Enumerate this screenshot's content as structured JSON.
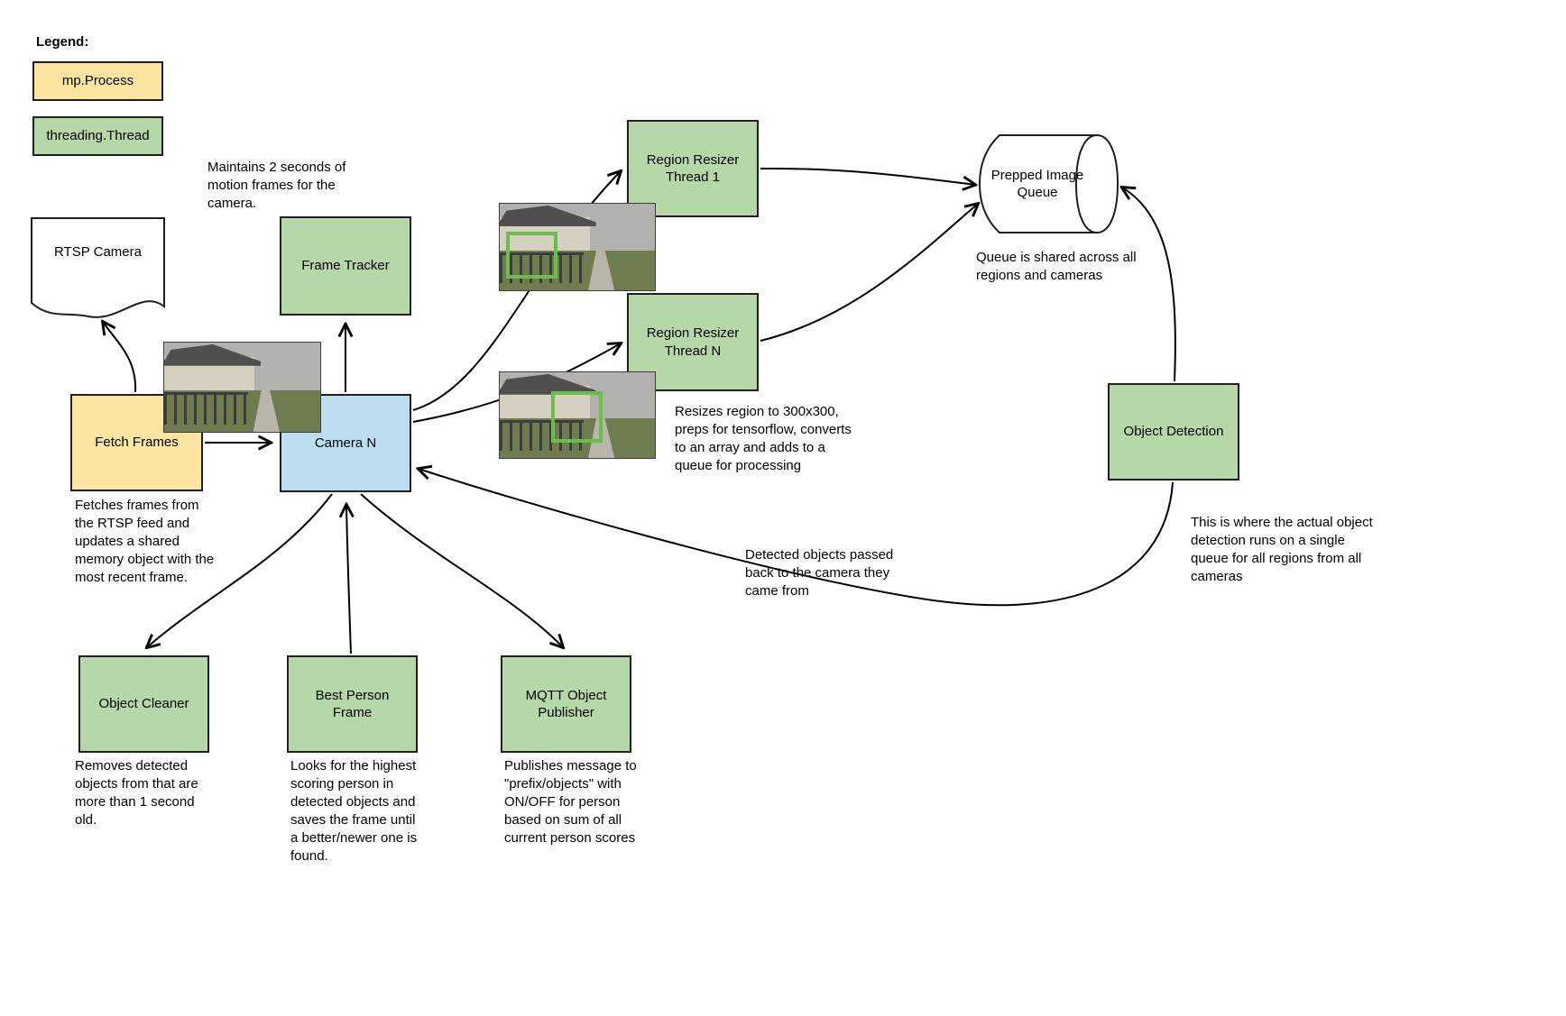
{
  "legend": {
    "title": "Legend:",
    "process_label": "mp.Process",
    "thread_label": "threading.Thread"
  },
  "colors": {
    "process_fill": "#FCE5A0",
    "thread_fill": "#B6D7A8",
    "camera_fill": "#BDDEF0",
    "shape_fill": "#FFFFFF",
    "line": "#000000",
    "detection_box": "#6ABF4B"
  },
  "nodes": {
    "rtsp_camera": "RTSP Camera",
    "frame_tracker": "Frame Tracker",
    "fetch_frames": "Fetch Frames",
    "camera_n": "Camera N",
    "region_resizer_1": "Region Resizer Thread 1",
    "region_resizer_n": "Region Resizer Thread N",
    "prepped_image_queue": "Prepped Image Queue",
    "object_detection": "Object Detection",
    "object_cleaner": "Object Cleaner",
    "best_person_frame": "Best Person Frame",
    "mqtt_object_publisher": "MQTT Object Publisher"
  },
  "annotations": {
    "frame_tracker_note": "Maintains 2 seconds of motion frames for the camera.",
    "fetch_frames_note": "Fetches frames from the RTSP feed and updates a shared memory object with the most recent frame.",
    "resizer_note": "Resizes region to 300x300, preps for tensorflow, converts to an array and adds to a queue for processing",
    "queue_note": "Queue is shared across all regions and cameras",
    "object_detection_note": "This is where the actual object detection runs on a single queue for all regions from all cameras",
    "passed_back_note": "Detected objects passed back to the camera they came from",
    "object_cleaner_note": "Removes detected objects from that are more than 1 second old.",
    "best_person_note": "Looks for the highest scoring person in detected objects and saves the frame until a better/newer one is found.",
    "mqtt_note": "Publishes message to \"prefix/objects\" with ON/OFF for person based on sum of all current person scores"
  }
}
